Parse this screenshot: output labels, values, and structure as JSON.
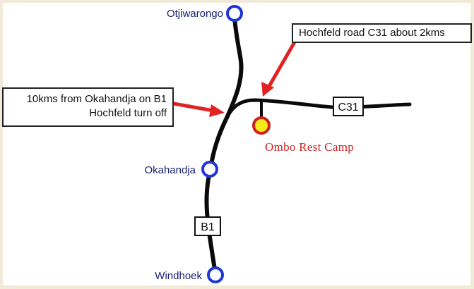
{
  "map": {
    "towns": [
      {
        "id": "otjiwarongo",
        "label": "Otjiwarongo"
      },
      {
        "id": "okahandja",
        "label": "Okahandja"
      },
      {
        "id": "windhoek",
        "label": "Windhoek"
      }
    ],
    "roads": [
      {
        "id": "b1",
        "shield": "B1"
      },
      {
        "id": "c31",
        "shield": "C31"
      }
    ],
    "camp": {
      "label": "Ombo Rest Camp"
    },
    "callouts": {
      "hochfeld_road": "Hochfeld road C31 about 2kms",
      "turn_off_line1": "10kms from Okahandja on B1",
      "turn_off_line2": "Hochfeld turn off"
    },
    "colors": {
      "road": "#0a0a0a",
      "town_ring": "#1f35d6",
      "town_label": "#1b2270",
      "arrow": "#e12222",
      "camp_fill": "#f5ea1b",
      "camp_ring": "#d21f1f",
      "background": "#f1ead9"
    },
    "icons": {
      "town": "town-marker-icon",
      "camp": "camp-marker-icon",
      "arrow": "red-arrow-icon"
    }
  }
}
